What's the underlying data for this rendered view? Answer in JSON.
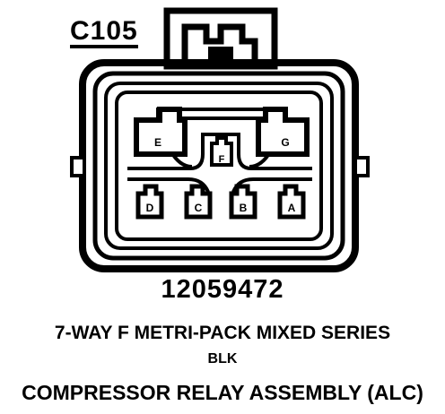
{
  "connector": {
    "id": "C105",
    "part_number": "12059472",
    "series": "7-WAY F METRI-PACK MIXED SERIES",
    "color": "BLK",
    "description": "COMPRESSOR RELAY ASSEMBLY (ALC)"
  },
  "pins": {
    "A": "A",
    "B": "B",
    "C": "C",
    "D": "D",
    "E": "E",
    "F": "F",
    "G": "G"
  },
  "colors": {
    "ink": "#000000",
    "paper": "#ffffff"
  }
}
